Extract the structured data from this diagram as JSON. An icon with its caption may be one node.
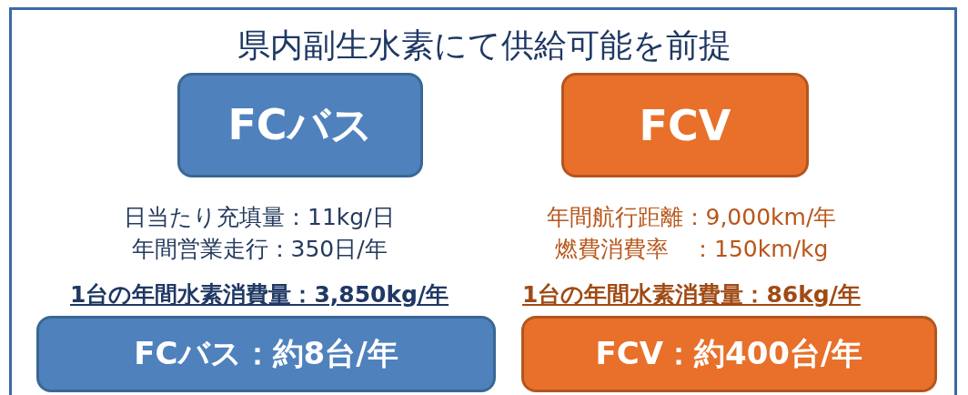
{
  "diagram": {
    "title": "県内副生水素にて供給可能を前提",
    "nodes": [
      {
        "text": [
          "FCバス"
        ],
        "beside": [
          "日当たり充填量：11kg/日",
          "年間営業走行：350日/年",
          "1台の年間水素消費量：3,850kg/年"
        ]
      },
      {
        "text": [
          "FCV"
        ],
        "beside": [
          "年間航行距離：9,000km/年",
          "燃費消費率　：150km/kg",
          "1台の年間水素消費量：86kg/年"
        ]
      },
      {
        "text": [
          "FCバス：約8台/年"
        ]
      },
      {
        "text": [
          "FCV：約400台/年"
        ]
      }
    ]
  }
}
